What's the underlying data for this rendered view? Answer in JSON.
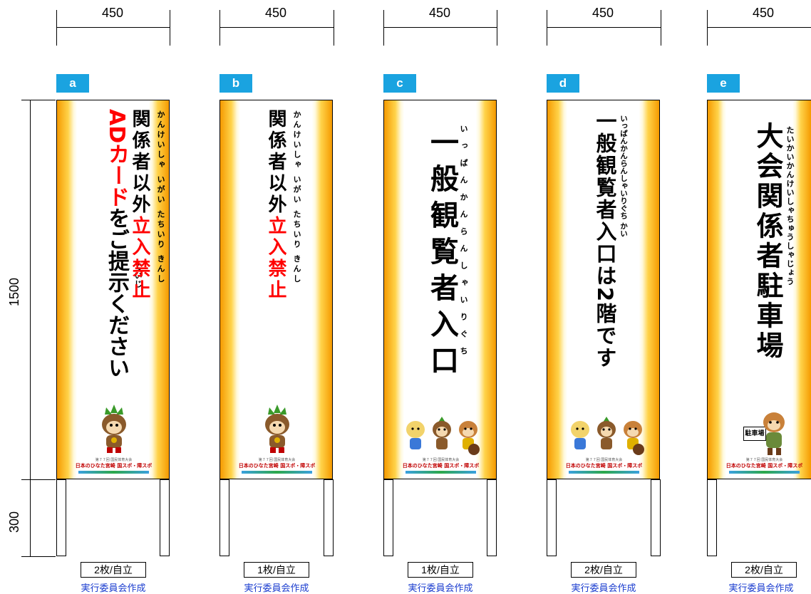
{
  "dimensions": {
    "width": "450",
    "height_sign": "1500",
    "height_post": "300"
  },
  "signs": [
    {
      "id": "a",
      "count": "2枚/自立",
      "maker": "実行委員会作成"
    },
    {
      "id": "b",
      "count": "1枚/自立",
      "maker": "実行委員会作成"
    },
    {
      "id": "c",
      "count": "1枚/自立",
      "maker": "実行委員会作成"
    },
    {
      "id": "d",
      "count": "2枚/自立",
      "maker": "実行委員会作成"
    },
    {
      "id": "e",
      "count": "2枚/自立",
      "maker": "実行委員会作成"
    }
  ],
  "texts": {
    "a_col1_red": "ADカード",
    "a_col1_black": "をご提示ください",
    "a_col1_ruby": "ていじ",
    "a_col2_black": "関係者以外",
    "a_col2_red": "立入禁止",
    "a_col2_ruby": "かんけいしゃ いがい たちいり きんし",
    "b_col_black": "関係者以外",
    "b_col_red": "立入禁止",
    "b_col_ruby": "かんけいしゃ いがい たちいり きんし",
    "c_col": "一般観覧者入口",
    "c_ruby": "いっぱんかんらんしゃいりぐち",
    "d_col": "一般観覧者入口は2階です",
    "d_ruby": "いっぱんかんらんしゃいりぐち かい",
    "e_col": "大会関係者駐車場",
    "e_ruby": "たいかいかんけいしゃちゅうしゃじょう",
    "e_parking": "駐車場"
  },
  "footer": {
    "line1": "第７７回 国民体育大会",
    "line2": "日本のひなた宮崎 国スポ・障スポ"
  },
  "colors": {
    "label_bg": "#1aa3e0",
    "maker_text": "#1a3ccf",
    "warning_red": "#ff0000",
    "edge_orange": "#f59a00"
  }
}
